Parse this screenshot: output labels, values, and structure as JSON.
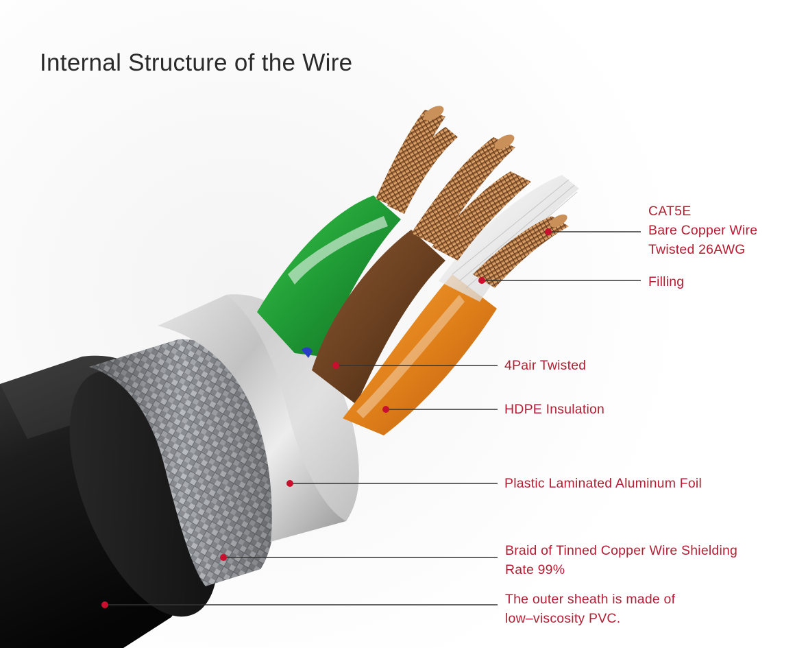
{
  "title": "Internal Structure of the Wire",
  "accent_color": "#c8102e",
  "line_color": "#333333",
  "labels": [
    {
      "name": "conductor",
      "lines": [
        "CAT5E",
        "Bare Copper Wire",
        "Twisted 26AWG"
      ]
    },
    {
      "name": "filling",
      "lines": [
        "Filling"
      ]
    },
    {
      "name": "pairs",
      "lines": [
        "4Pair Twisted"
      ]
    },
    {
      "name": "insulation",
      "lines": [
        "HDPE Insulation"
      ]
    },
    {
      "name": "foil",
      "lines": [
        "Plastic Laminated Aluminum Foil"
      ]
    },
    {
      "name": "braid",
      "lines": [
        "Braid of Tinned Copper Wire Shielding",
        "Rate 99%"
      ]
    },
    {
      "name": "sheath",
      "lines": [
        "The outer sheath is made of",
        "low–viscosity PVC."
      ]
    }
  ]
}
